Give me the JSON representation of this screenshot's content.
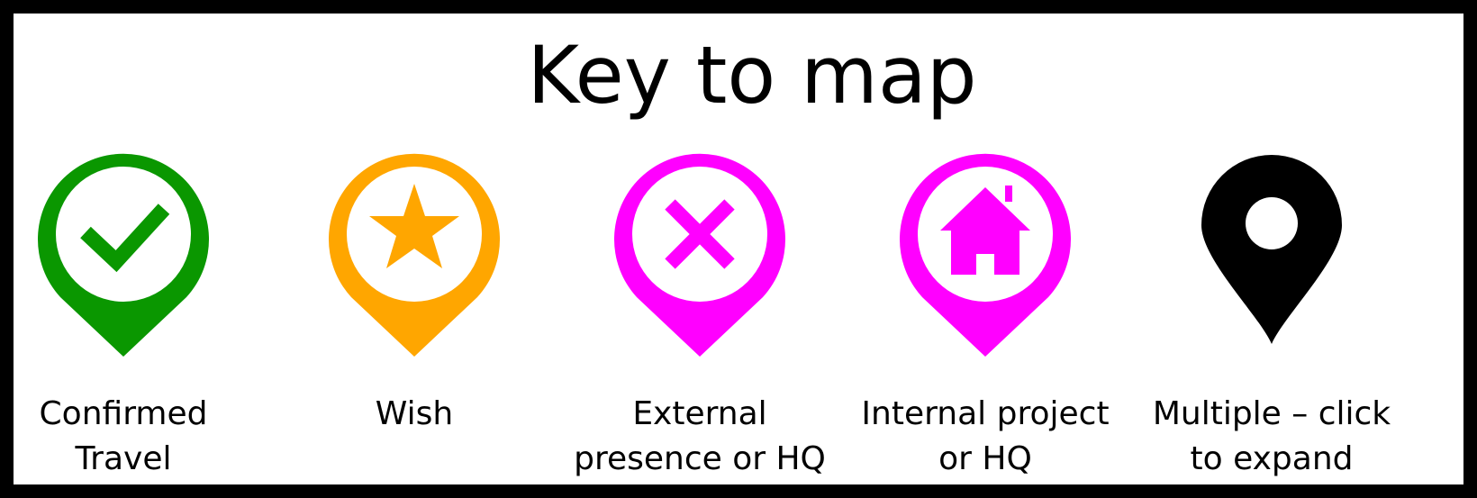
{
  "title": "Key to map",
  "items": [
    {
      "label": "Confirmed\nTravel",
      "color": "#0a9700",
      "icon": "checkmark-icon"
    },
    {
      "label": "Wish",
      "color": "#ffa600",
      "icon": "star-icon"
    },
    {
      "label": "External\npresence or HQ",
      "color": "#ff00ff",
      "icon": "x-icon"
    },
    {
      "label": "Internal project\nor HQ",
      "color": "#ff00ff",
      "icon": "house-icon"
    },
    {
      "label": "Multiple – click\nto expand",
      "color": "#000000",
      "icon": "map-pin-icon"
    }
  ]
}
